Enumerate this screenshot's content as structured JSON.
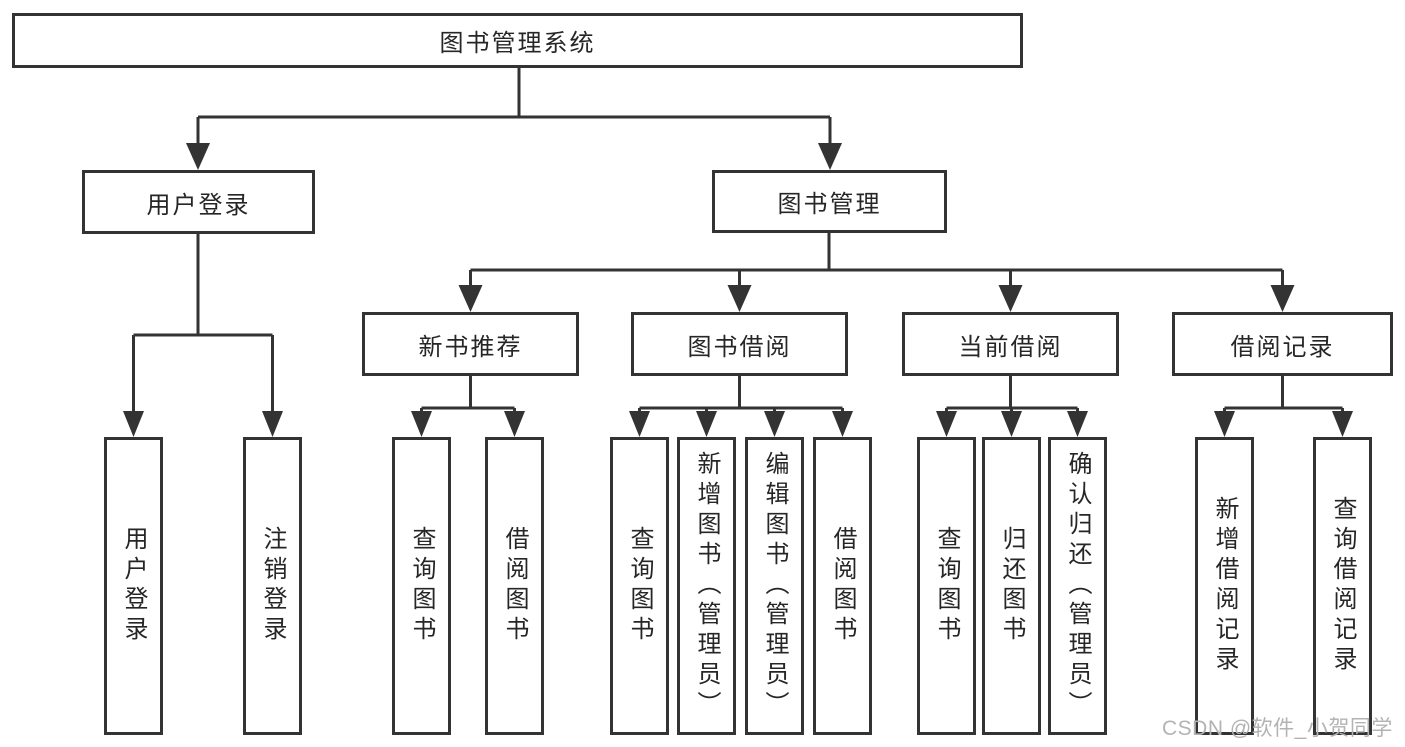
{
  "diagram": {
    "title": "图书管理系统",
    "branches": [
      {
        "label": "用户登录",
        "children": [
          {
            "label": "用户登录"
          },
          {
            "label": "注销登录"
          }
        ]
      },
      {
        "label": "图书管理",
        "children": [
          {
            "label": "新书推荐",
            "children": [
              {
                "label": "查询图书"
              },
              {
                "label": "借阅图书"
              }
            ]
          },
          {
            "label": "图书借阅",
            "children": [
              {
                "label": "查询图书"
              },
              {
                "label": "新增图书（管理员）"
              },
              {
                "label": "编辑图书（管理员）"
              },
              {
                "label": "借阅图书"
              }
            ]
          },
          {
            "label": "当前借阅",
            "children": [
              {
                "label": "查询图书"
              },
              {
                "label": "归还图书"
              },
              {
                "label": "确认归还（管理员）"
              }
            ]
          },
          {
            "label": "借阅记录",
            "children": [
              {
                "label": "新增借阅记录"
              },
              {
                "label": "查询借阅记录"
              }
            ]
          }
        ]
      }
    ]
  },
  "watermark": {
    "text": "CSDN @软件_小贺同学"
  },
  "colors": {
    "line": "#333333",
    "box_border": "#333333",
    "text": "#262626",
    "watermark": "#b3b3b3",
    "background": "#ffffff"
  }
}
